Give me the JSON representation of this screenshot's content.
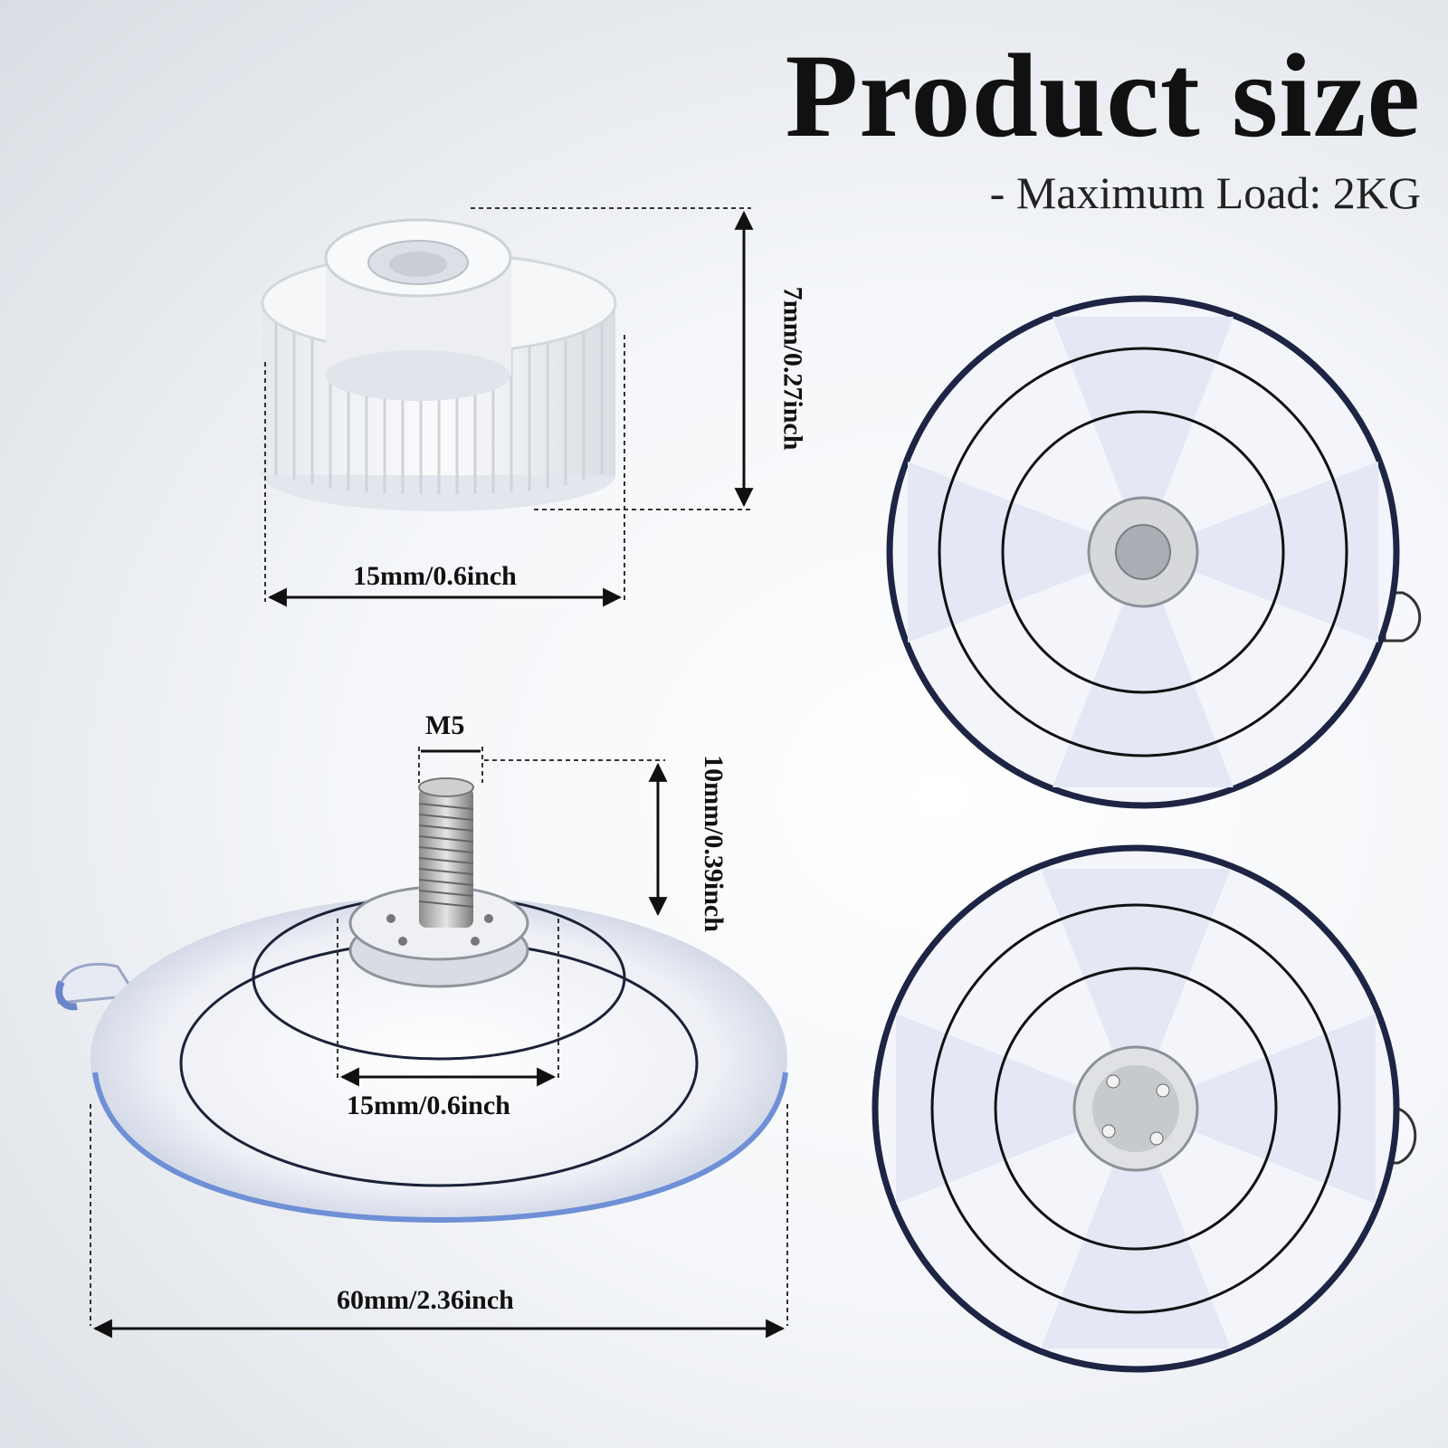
{
  "header": {
    "title": "Product size",
    "subtitle": "- Maximum Load: 2KG"
  },
  "nut": {
    "height_label": "7mm/0.27inch",
    "width_label": "15mm/0.6inch"
  },
  "suction_cup_side": {
    "thread_label": "M5",
    "screw_height_label": "10mm/0.39inch",
    "base_width_label": "15mm/0.6inch",
    "cup_diameter_label": "60mm/2.36inch"
  }
}
